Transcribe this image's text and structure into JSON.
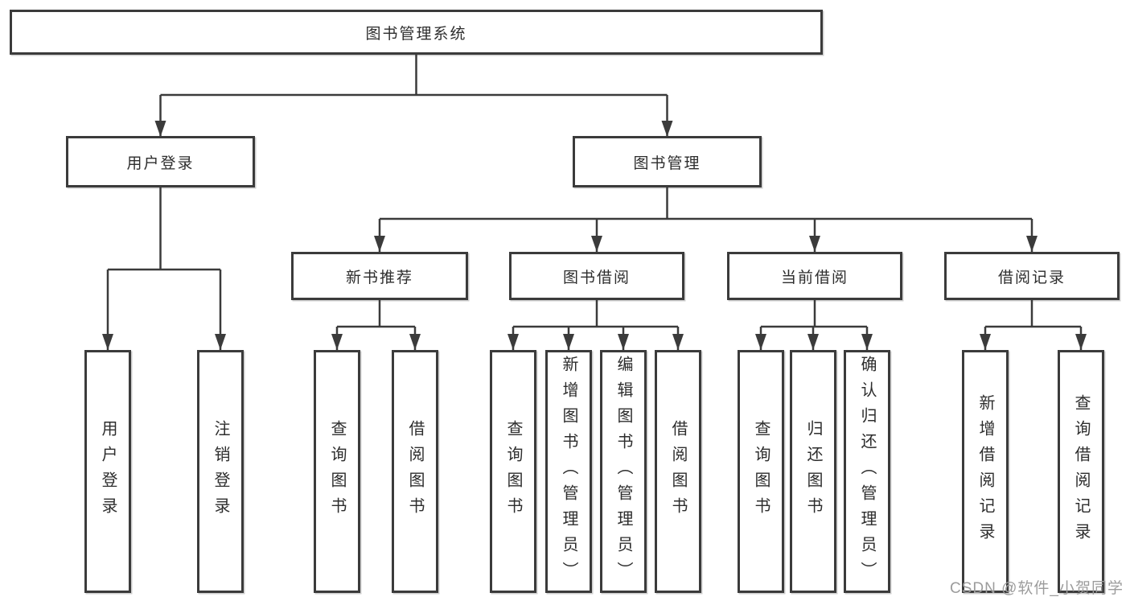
{
  "diagram": {
    "root": {
      "label": "图书管理系统"
    },
    "user_login_branch": {
      "label": "用户登录",
      "children": {
        "login": "用户登录",
        "logout": "注销登录"
      }
    },
    "book_management_branch": {
      "label": "图书管理",
      "modules": {
        "new_books": {
          "label": "新书推荐",
          "children": {
            "query_books": "查询图书",
            "borrow_books": "借阅图书"
          }
        },
        "book_borrowing": {
          "label": "图书借阅",
          "children": {
            "query_books": "查询图书",
            "add_books": "新增图书（管理员）",
            "edit_books": "编辑图书（管理员）",
            "borrow_books": "借阅图书"
          }
        },
        "current_borrowing": {
          "label": "当前借阅",
          "children": {
            "query_books": "查询图书",
            "return_books": "归还图书",
            "confirm_return": "确认归还（管理员）"
          }
        },
        "borrowing_records": {
          "label": "借阅记录",
          "children": {
            "add_record": "新增借阅记录",
            "query_record": "查询借阅记录"
          }
        }
      }
    }
  },
  "connector_color": "#3b3b3b",
  "watermark": {
    "text": "CSDN @软件_小贺同学"
  }
}
